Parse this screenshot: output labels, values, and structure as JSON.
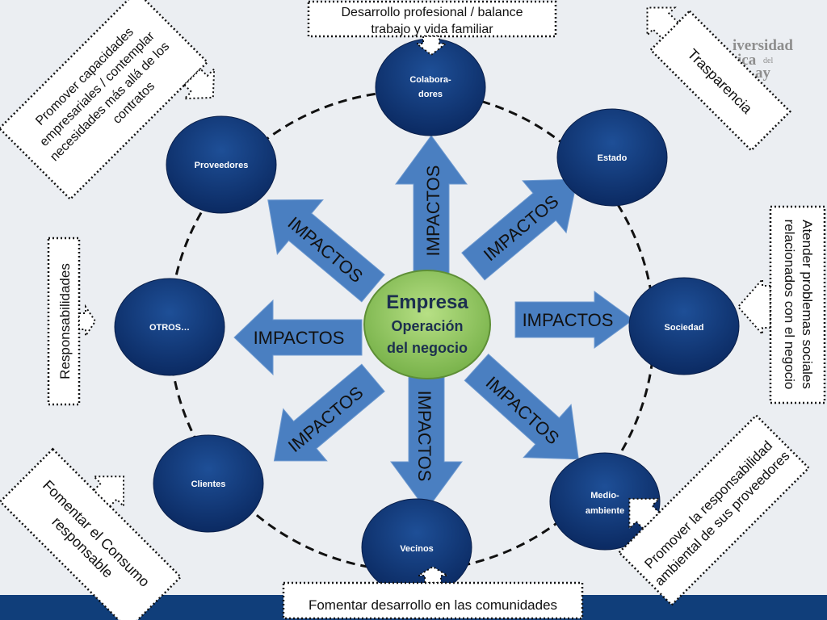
{
  "center": {
    "title": "Empresa",
    "subtitle_1": "Operación",
    "subtitle_2": "del negocio"
  },
  "stakeholders": {
    "colaboradores_1": "Colabora-",
    "colaboradores_2": "dores",
    "estado": "Estado",
    "sociedad": "Sociedad",
    "medioambiente_1": "Medio-",
    "medioambiente_2": "ambiente",
    "vecinos": "Vecinos",
    "clientes": "Clientes",
    "otros": "OTROS…",
    "proveedores": "Proveedores"
  },
  "arrow_label": "IMPACTOS",
  "callouts": {
    "top": {
      "line1": "Desarrollo profesional / balance",
      "line2": "trabajo y vida familiar"
    },
    "top_right": {
      "line1": "Trasparencia"
    },
    "right": {
      "line1": "Atender problemas sociales",
      "line2": "relacionados con el negocio"
    },
    "bottom_right": {
      "line1": "Promover la responsabilidad",
      "line2": "ambiental de sus proveedores"
    },
    "bottom": {
      "line1": "Fomentar desarrollo en las comunidades"
    },
    "bottom_left": {
      "line1": "Fomentar el Consumo",
      "line2": "responsable"
    },
    "left": {
      "line1": "Responsabilidades"
    },
    "top_left": {
      "line1": "Promover capacidades",
      "line2": "empresariales /  contemplar",
      "line3": "necesidades más allá de los",
      "line4": "contratos"
    }
  },
  "logo": {
    "line1": "iversidad",
    "line2": "ica",
    "line3": "del",
    "line4": "ay"
  },
  "colors": {
    "circle": "#0d2f6b",
    "center": "#8fc65a",
    "arrow": "#4a7fc1",
    "band": "#103e7a"
  }
}
